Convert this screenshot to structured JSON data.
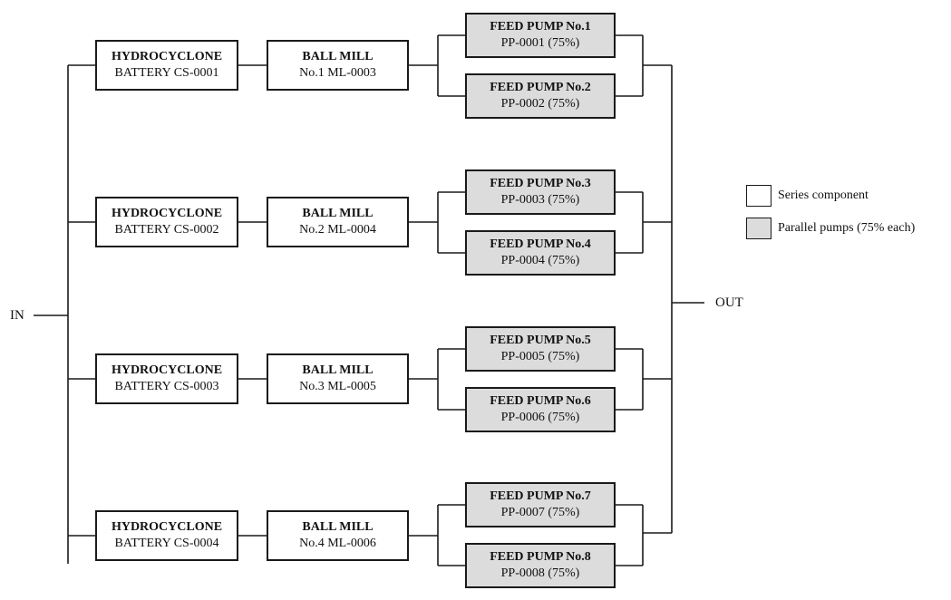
{
  "input_label": "IN",
  "output_label": "OUT",
  "trains": [
    {
      "cyclone": {
        "title": "HYDROCYCLONE",
        "tag": "BATTERY CS-0001"
      },
      "mill": {
        "title": "BALL MILL",
        "tag": "No.1 ML-0003"
      },
      "pumps": [
        {
          "title": "FEED PUMP No.1",
          "tag": "PP-0001 (75%)"
        },
        {
          "title": "FEED PUMP No.2",
          "tag": "PP-0002 (75%)"
        }
      ]
    },
    {
      "cyclone": {
        "title": "HYDROCYCLONE",
        "tag": "BATTERY CS-0002"
      },
      "mill": {
        "title": "BALL MILL",
        "tag": "No.2 ML-0004"
      },
      "pumps": [
        {
          "title": "FEED PUMP No.3",
          "tag": "PP-0003 (75%)"
        },
        {
          "title": "FEED PUMP No.4",
          "tag": "PP-0004 (75%)"
        }
      ]
    },
    {
      "cyclone": {
        "title": "HYDROCYCLONE",
        "tag": "BATTERY CS-0003"
      },
      "mill": {
        "title": "BALL MILL",
        "tag": "No.3 ML-0005"
      },
      "pumps": [
        {
          "title": "FEED PUMP No.5",
          "tag": "PP-0005 (75%)"
        },
        {
          "title": "FEED PUMP No.6",
          "tag": "PP-0006 (75%)"
        }
      ]
    },
    {
      "cyclone": {
        "title": "HYDROCYCLONE",
        "tag": "BATTERY CS-0004"
      },
      "mill": {
        "title": "BALL MILL",
        "tag": "No.4 ML-0006"
      },
      "pumps": [
        {
          "title": "FEED PUMP No.7",
          "tag": "PP-0007 (75%)"
        },
        {
          "title": "FEED PUMP No.8",
          "tag": "PP-0008 (75%)"
        }
      ]
    }
  ],
  "legend": {
    "series": {
      "label": "Series component",
      "color": "#ffffff"
    },
    "parallel": {
      "label": "Parallel pumps (75% each)",
      "color": "#dcdcdc"
    }
  }
}
